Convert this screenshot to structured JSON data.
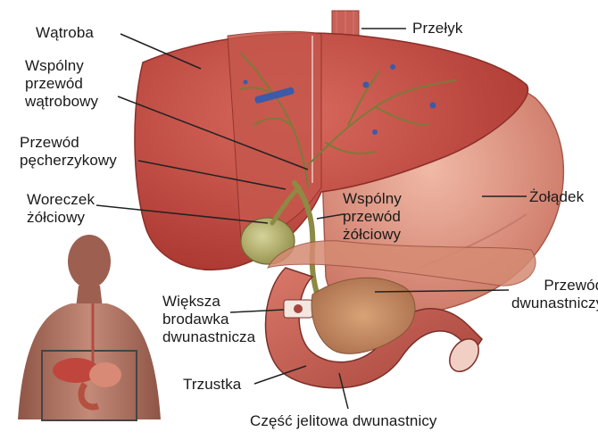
{
  "labels": {
    "liver": "Wątroba",
    "esophagus": "Przełyk",
    "common_hepatic_duct": "Wspólny\nprzewód\nwątrobowy",
    "cystic_duct": "Przewód\npęcherzykowy",
    "gallbladder": "Woreczek\nżółciowy",
    "common_bile_duct": "Wspólny\nprzewód\nżółciowy",
    "stomach": "Żołądek",
    "duodenum": "Przewód\ndwunastniczy",
    "major_papilla": "Większa\nbrodawka\ndwunastnicza",
    "pancreas": "Trzustka",
    "duodenum_intestinal_part": "Część jelitowa dwunastnicy"
  },
  "colors": {
    "liver": "#c8514a",
    "stomach": "#d98978",
    "gallbladder": "#b7b36a",
    "duct": "#7d7a3a",
    "pancreas": "#c9926a",
    "vessel": "#3c5aa8",
    "skin": "#b9796a",
    "leader": "#222222"
  },
  "inset": {
    "description_icon": "human-torso-icon"
  }
}
